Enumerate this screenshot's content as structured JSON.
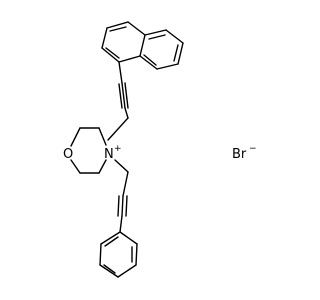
{
  "molecule": {
    "atoms": {
      "oxygen": "O",
      "nitrogen": "N",
      "nitrogen_charge": "+"
    },
    "counterion": {
      "symbol": "Br",
      "charge": "−"
    }
  }
}
